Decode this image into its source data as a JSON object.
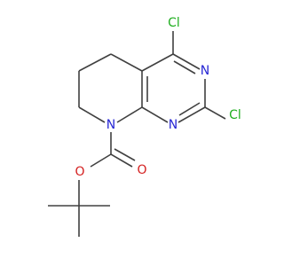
{
  "molecule": {
    "atoms": {
      "cl_top": "Cl",
      "cl_right": "Cl",
      "n_pyrimidine_upper": "N",
      "n_pyrimidine_lower": "N",
      "n_ring": "N",
      "o_carbonyl": "O",
      "o_ester": "O"
    },
    "colors": {
      "bond": "#404040",
      "chlorine": "#1fae1f",
      "nitrogen": "#2727d4",
      "oxygen": "#d42020"
    }
  }
}
